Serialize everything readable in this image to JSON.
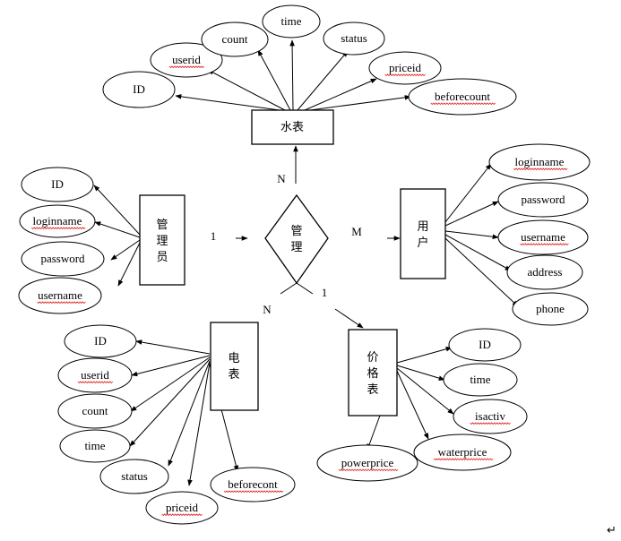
{
  "entities": {
    "water": "水表",
    "admin": "管理员",
    "user": "用户",
    "elec": "电表",
    "price": "价格表"
  },
  "relationship": "管理",
  "cardinality": {
    "water": "N",
    "admin": "1",
    "user": "M",
    "elec": "N",
    "price": "1"
  },
  "attributes": {
    "water": [
      "ID",
      "userid",
      "count",
      "time",
      "status",
      "priceid",
      "beforecount"
    ],
    "admin": [
      "ID",
      "loginname",
      "password",
      "username"
    ],
    "user": [
      "loginname",
      "password",
      "username",
      "address",
      "phone"
    ],
    "elec": [
      "ID",
      "userid",
      "count",
      "time",
      "status",
      "priceid",
      "beforecont"
    ],
    "price": [
      "ID",
      "time",
      "isactiv",
      "waterprice",
      "powerprice"
    ]
  },
  "return_mark": "↵",
  "colors": {
    "stroke": "#000000",
    "spellcheck_underline": "#e02020"
  }
}
